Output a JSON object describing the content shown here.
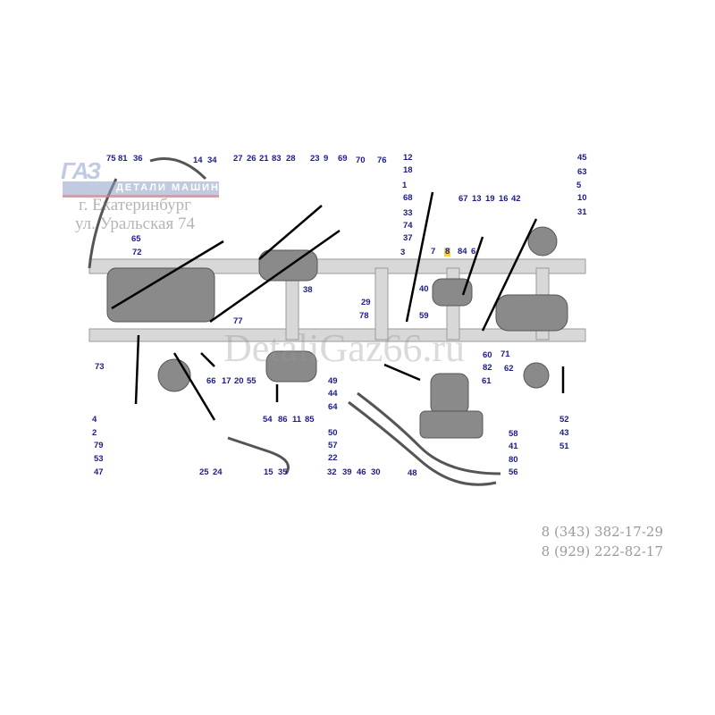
{
  "watermark": {
    "logo_mark": "ГАЗ",
    "logo_text": "ДЕТАЛИ МАШИН",
    "city": "г. Екатеринбург",
    "street": "ул. Уральская 74",
    "site": "DetaliGaz66.ru"
  },
  "contacts": {
    "phone_1": "8 (343) 382-17-29",
    "phone_2": "8 (929) 222-82-17"
  },
  "highlighted_part": "8",
  "colors": {
    "label": "#1c1c8a",
    "highlight": "#f3d34a"
  },
  "part_labels": [
    "75",
    "81",
    "36",
    "14",
    "34",
    "27",
    "26",
    "21",
    "83",
    "28",
    "23",
    "9",
    "69",
    "70",
    "76",
    "12",
    "18",
    "1",
    "68",
    "33",
    "74",
    "37",
    "3",
    "67",
    "13",
    "19",
    "16",
    "42",
    "45",
    "63",
    "5",
    "10",
    "31",
    "7",
    "8",
    "84",
    "6",
    "65",
    "72",
    "38",
    "29",
    "40",
    "77",
    "78",
    "59",
    "73",
    "66",
    "17",
    "20",
    "55",
    "60",
    "82",
    "61",
    "71",
    "62",
    "49",
    "44",
    "64",
    "50",
    "57",
    "22",
    "32",
    "39",
    "46",
    "30",
    "48",
    "58",
    "41",
    "80",
    "56",
    "52",
    "43",
    "51",
    "54",
    "86",
    "11",
    "85",
    "4",
    "2",
    "79",
    "53",
    "47",
    "25",
    "24",
    "15",
    "35"
  ]
}
